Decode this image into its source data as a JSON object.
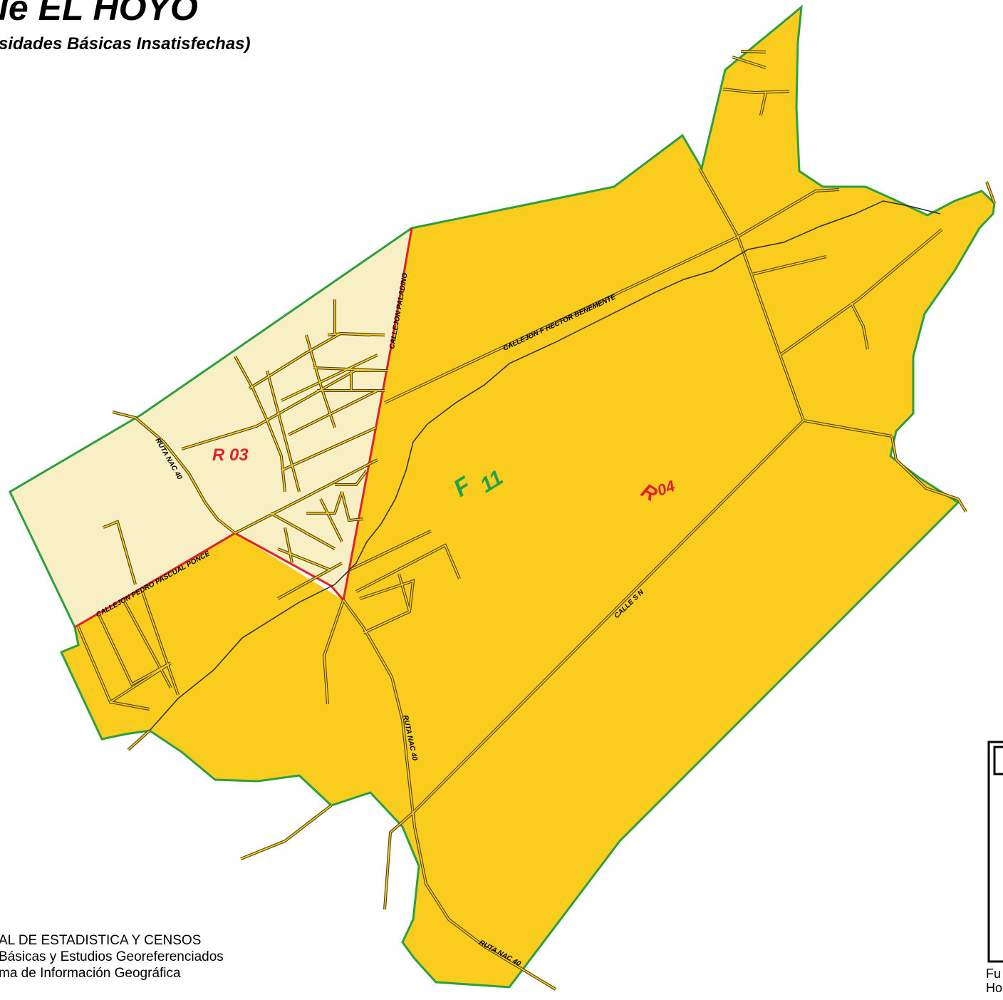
{
  "header": {
    "title": "le EL HOYO",
    "subtitle": "sidades Básicas Insatisfechas)"
  },
  "colors": {
    "zone_r04_fill": "#FACC1E",
    "zone_r03_fill": "#F8EFC4",
    "fraction_border": "#2E9E3E",
    "radio_border": "#E0202C",
    "label_red": "#E0202C",
    "label_green": "#23A14A",
    "road": "#4a3f1a"
  },
  "labels": {
    "fraction": "F",
    "fraction_num": "11",
    "radio_03": "R 03",
    "radio_04_r": "R",
    "radio_04_num": "04"
  },
  "roads": {
    "callejon_paladino": "CALLEJON PALADINO",
    "callejon_benemente": "CALLEJON F HECTOR BENEMENTE",
    "ruta_nac_40": "RUTA NAC 40",
    "callejon_ponce": "CALLEJON PEDRO PASCUAL PONCE",
    "calle_sn": "CALLE S N"
  },
  "credits": {
    "line1": "AL DE ESTADISTICA Y CENSOS",
    "line2": " Básicas y Estudios Georeferenciados",
    "line3": "ma de Información Geográfica"
  },
  "footer": {
    "line1": "Fu",
    "line2": "Ho"
  }
}
